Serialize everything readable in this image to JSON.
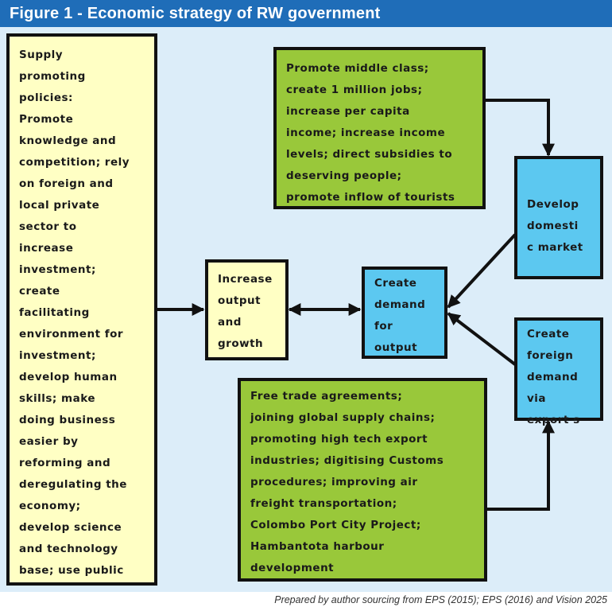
{
  "title": "Figure 1 - Economic strategy of RW government",
  "boxes": {
    "supply": "Supply\npromoting\npolicies:\nPromote\nknowledge and\ncompetition; rely\non foreign and\nlocal private\nsector to\nincrease\ninvestment;\ncreate\nfacilitating\nenvironment for\ninvestment;\ndevelop human\nskills; make\ndoing business\neasier by\nreforming and\nderegulating the\neconomy;\ndevelop science\nand technology\nbase; use public",
    "middle_class": "Promote middle class;\ncreate 1 million jobs;\nincrease per capita\nincome; increase income\nlevels; direct subsidies to\ndeserving people;\npromote inflow of tourists",
    "domestic": "Develop\ndomesti\nc market",
    "output": "Increase\noutput\nand\ngrowth",
    "demand": "Create\ndemand\nfor\noutput",
    "foreign": "Create\nforeign\ndemand\nvia\nexport s",
    "trade": "Free trade agreements;\njoining global supply chains;\npromoting high tech export\nindustries; digitising Customs\nprocedures; improving air\nfreight transportation;\nColombo Port City Project;\nHambantota harbour\ndevelopment"
  },
  "footer": "Prepared by author sourcing from EPS (2015); EPS (2016) and Vision 2025",
  "colors": {
    "title_bar": "#1f6db8",
    "background": "#dcedf9",
    "yellow": "#ffffc4",
    "green": "#99c83a",
    "blue": "#5cc8f0"
  }
}
